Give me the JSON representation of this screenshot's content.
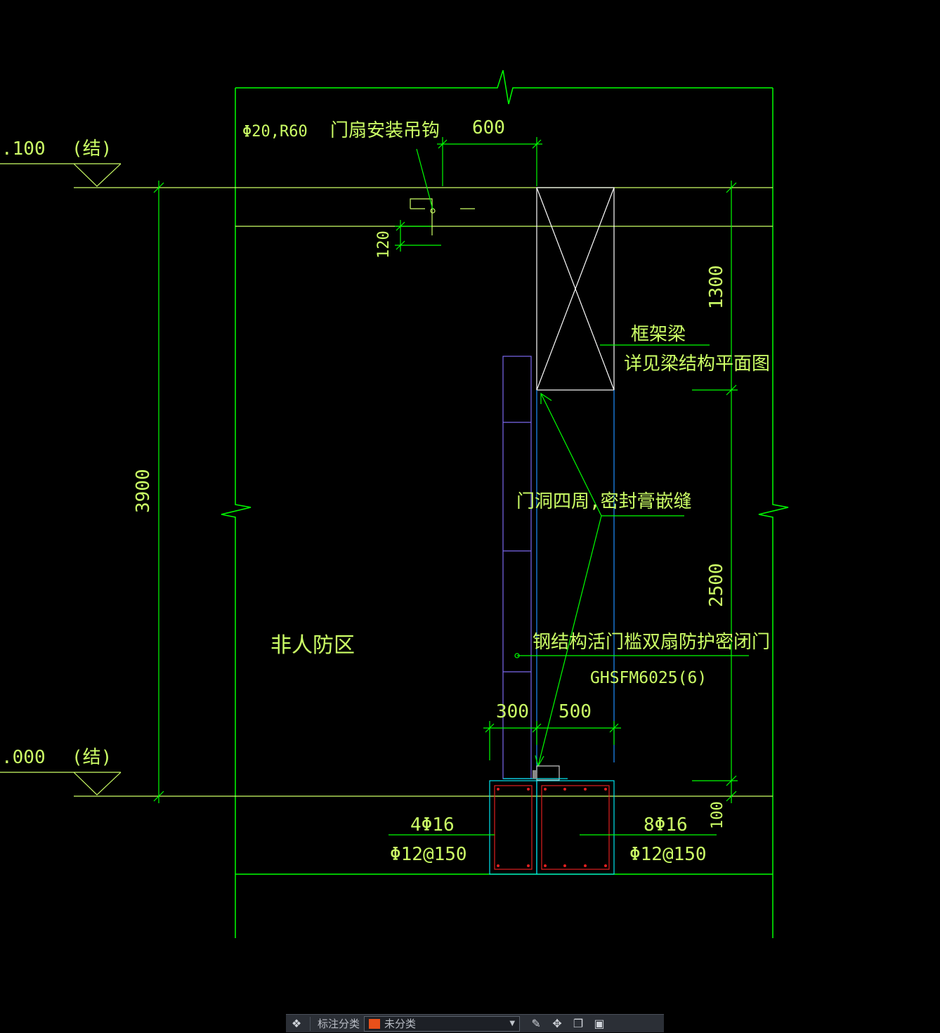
{
  "drawing": {
    "level_top_value": ".100",
    "level_top_note": "(结)",
    "level_bottom_value": ".000",
    "level_bottom_note": "(结)",
    "hook_spec": "Φ20,R60",
    "hook_label": "门扇安装吊钩",
    "dim_600": "600",
    "dim_120": "120",
    "dim_1300": "1300",
    "dim_3900": "3900",
    "dim_2500": "2500",
    "dim_100": "100",
    "dim_300": "300",
    "dim_500": "500",
    "beam_label_1": "框架梁",
    "beam_label_2": "详见梁结构平面图",
    "seal_label": "门洞四周,密封膏嵌缝",
    "zone_label": "非人防区",
    "door_label": "钢结构活门槛双扇防护密闭门",
    "door_code": "GHSFM6025(6)",
    "rebar_left_main": "4Φ16",
    "rebar_left_stirrup": "Φ12@150",
    "rebar_right_main": "8Φ16",
    "rebar_right_stirrup": "Φ12@150"
  },
  "colors": {
    "green": "#00ff00",
    "light_green": "#ccff66",
    "white": "#ffffff",
    "purple": "#7b68ee",
    "blue": "#1e90ff",
    "cyan": "#00e5ee",
    "red": "#e02020",
    "swatch": "#e8501a"
  },
  "toolbar": {
    "category_label": "标注分类",
    "category_value": "未分类",
    "icons": [
      "layers-icon",
      "edit-icon",
      "move-icon",
      "copy-icon",
      "paste-icon"
    ]
  }
}
